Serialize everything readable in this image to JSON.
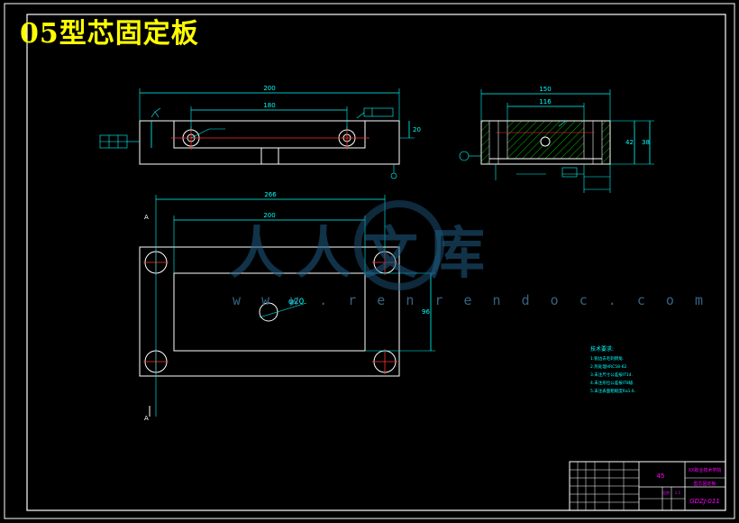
{
  "title": "05型芯固定板",
  "watermark": {
    "cn": "人人文库",
    "url": "w w w . r e n r e n d o c . c o m"
  },
  "dimensions": {
    "front_overall": "200",
    "front_holes": "180",
    "front_height": "20",
    "top_overall": "266",
    "top_inner": "200",
    "top_side": "96",
    "top_bore": "φ20",
    "side_overall": "150",
    "side_inner": "116",
    "side_height": "42",
    "side_height2": "38"
  },
  "notes": {
    "heading": "技术要求:",
    "items": [
      "1.锐边去毛刺倒角.",
      "2.热处理HRC58-62.",
      "3.未注尺寸公差按IT14.",
      "4.未注形位公差按IT8级.",
      "5.未注表面粗糙度Ra1.6."
    ]
  },
  "title_block": {
    "material": "45",
    "school": "XX职业技术学院",
    "part_name": "型芯固定板",
    "drawing_no": "GDZJ-011",
    "scale_label": "比例",
    "scale": "1:1"
  },
  "colors": {
    "line": "#ffffff",
    "dim": "#00ffff",
    "center": "#ff3030",
    "hatch": "#00ff00",
    "note": "#00ffff",
    "titleblock": "#ff00ff"
  }
}
